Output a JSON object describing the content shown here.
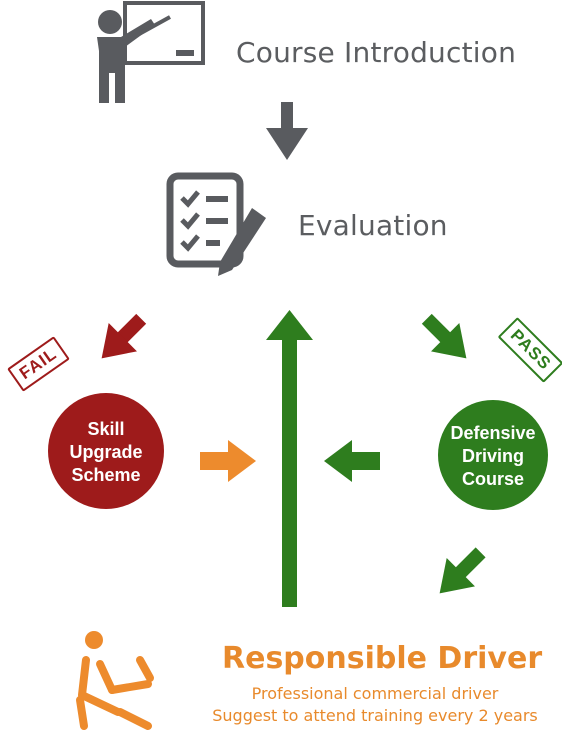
{
  "steps": {
    "intro": "Course Introduction",
    "evaluation": "Evaluation"
  },
  "outcomes": {
    "fail_stamp": "FAIL",
    "pass_stamp": "PASS"
  },
  "nodes": {
    "skill_upgrade": [
      "Skill",
      "Upgrade",
      "Scheme"
    ],
    "defensive_driving": [
      "Defensive",
      "Driving",
      "Course"
    ]
  },
  "result": {
    "title": "Responsible Driver",
    "line1": "Professional commercial driver",
    "line2": "Suggest to attend training every 2 years"
  },
  "colors": {
    "gray": "#595b5f",
    "dark_red": "#9e1b1b",
    "green": "#2e7d1e",
    "orange": "#ed8b2d"
  },
  "icons": [
    "presenter-icon",
    "checklist-icon",
    "driver-icon"
  ]
}
